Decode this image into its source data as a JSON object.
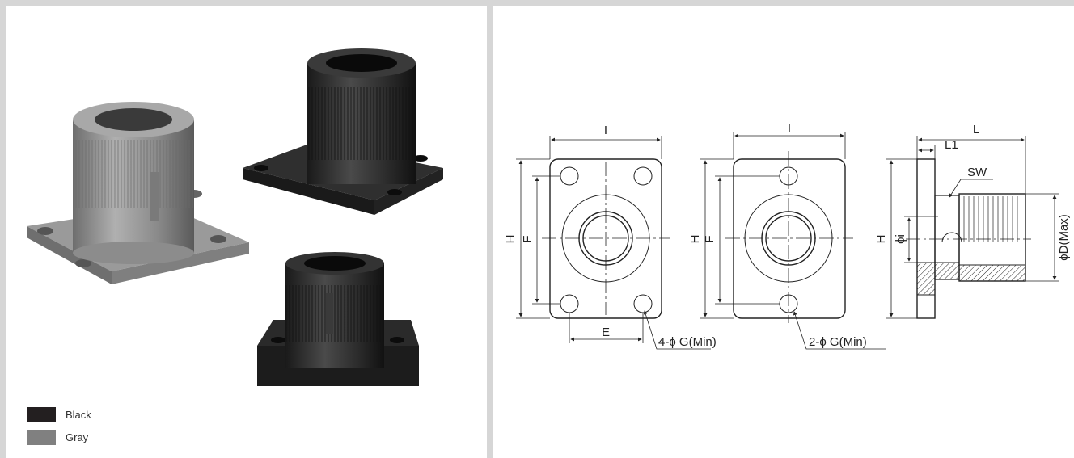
{
  "legend": [
    {
      "label": "Black",
      "color": "#231f20"
    },
    {
      "label": "Gray",
      "color": "#808080"
    }
  ],
  "drawing_labels": {
    "view1_width": "I",
    "view1_height": "H",
    "view1_hole_pitch": "F",
    "view1_hole_spacing": "E",
    "view1_holes": "4-ϕ G(Min)",
    "view2_width": "I",
    "view2_height": "H",
    "view2_hole_pitch": "F",
    "view2_holes": "2-ϕ G(Min)",
    "side_length": "L",
    "side_flange": "L1",
    "side_wrench": "SW",
    "side_height": "H",
    "side_inner_dia": "ϕi",
    "side_outer_dia": "ϕD(Max)"
  }
}
